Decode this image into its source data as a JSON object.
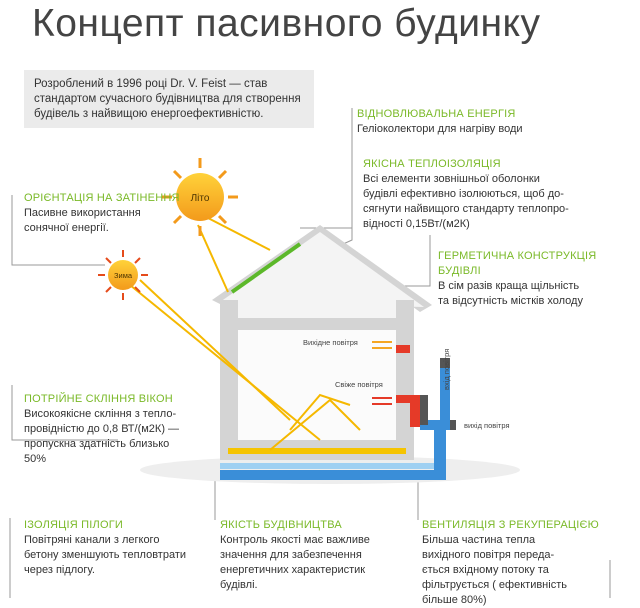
{
  "title": "Концепт пасивного будинку",
  "intro": "Розроблений в 1996 році Dr. V. Feist — став стандартом сучасного будівництва для створення будівель з найвищою енергоефективністю.",
  "sun_summer": "Літо",
  "sun_winter": "Зима",
  "labels": {
    "exhaust_air": "Вихідне повітря",
    "fresh_air": "Свіже повітря",
    "air_in": "вхід повітря",
    "air_out": "вихід повітря"
  },
  "callouts": {
    "renewable": {
      "head": "ВІДНОВЛЮВАЛЬНА ЕНЕРГІЯ",
      "lines": [
        "Геліоколектори для нагріву води"
      ]
    },
    "insulation": {
      "head": "ЯКІСНА ТЕПЛОІЗОЛЯЦІЯ",
      "lines": [
        "Всі елементи зовнішньої оболонки",
        "будівлі ефективно ізолюються, щоб до-",
        "сягнути найвищого стандарту теплопро-",
        "відності 0,15Вт/(м2К)"
      ]
    },
    "orientation": {
      "head": "ОРІЄНТАЦІЯ НА ЗАТІНЕННЯ",
      "lines": [
        "Пасивне використання",
        "сонячної енергії."
      ]
    },
    "airtight": {
      "head": "ГЕРМЕТИЧНА КОНСТРУКЦІЯ БУДІВЛІ",
      "lines": [
        "В сім разів краща щільність",
        "та відсутність містків холоду"
      ]
    },
    "glazing": {
      "head": "ПОТРІЙНЕ СКЛІННЯ ВІКОН",
      "lines": [
        "Високоякісне скління з тепло-",
        "провідністю до 0,8 ВТ/(м2К) —",
        "пропускна здатність близько",
        "50%"
      ]
    },
    "floor": {
      "head": "ІЗОЛЯЦІЯ ПІЛОГИ",
      "lines": [
        "Повітряні канали з легкого",
        "бетону зменшують тепловтрати",
        "через підлогу."
      ]
    },
    "quality": {
      "head": "ЯКІСТЬ БУДІВНИЦТВА",
      "lines": [
        "Контроль якості має важливе",
        "значення для забезпечення",
        "енергетичних характеристик",
        "будівлі."
      ]
    },
    "ventilation": {
      "head": "ВЕНТИЛЯЦІЯ З РЕКУПЕРАЦІЄЮ",
      "lines": [
        "Більша частина тепла",
        "вихідного повітря переда-",
        "ється вхідному потоку та",
        "фільтрується ( ефективність",
        "більше 80%)"
      ]
    }
  },
  "colors": {
    "accent": "#7ab928",
    "sun": "#f5a623",
    "warm": "#e53a28",
    "cold": "#3a8ed8",
    "house": "#d9d9d9"
  }
}
